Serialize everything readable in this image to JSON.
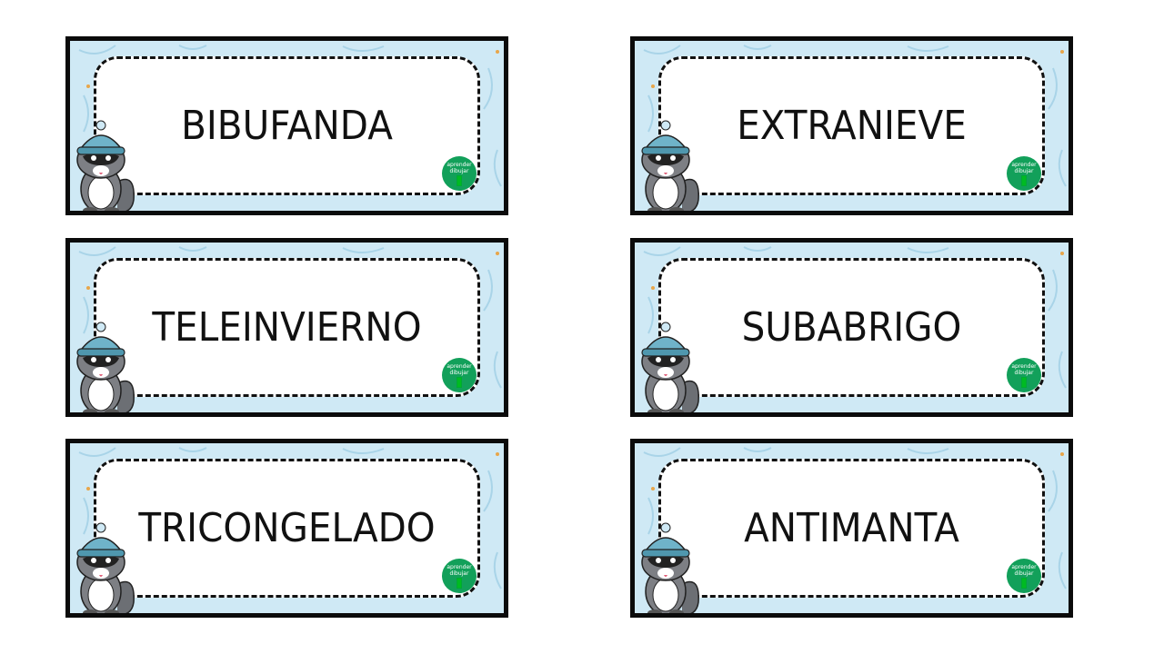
{
  "cards": [
    {
      "word": "BIBUFANDA",
      "logo_line1": "aprender",
      "logo_line2": "dibujar"
    },
    {
      "word": "EXTRANIEVE",
      "logo_line1": "aprender",
      "logo_line2": "dibujar"
    },
    {
      "word": "TELEINVIERNO",
      "logo_line1": "aprender",
      "logo_line2": "dibujar"
    },
    {
      "word": "SUBABRIGO",
      "logo_line1": "aprender",
      "logo_line2": "dibujar"
    },
    {
      "word": "TRICONGELADO",
      "logo_line1": "aprender",
      "logo_line2": "dibujar"
    },
    {
      "word": "ANTIMANTA",
      "logo_line1": "aprender",
      "logo_line2": "dibujar"
    }
  ],
  "colors": {
    "card_background": "#cfe9f5",
    "border": "#0b0b0b",
    "logo": "#12a05a",
    "raccoon_gray": "#7d7f84",
    "hat_blue": "#6fb3c9"
  },
  "icons": [
    "raccoon-mascot-icon",
    "logo-badge-icon"
  ]
}
